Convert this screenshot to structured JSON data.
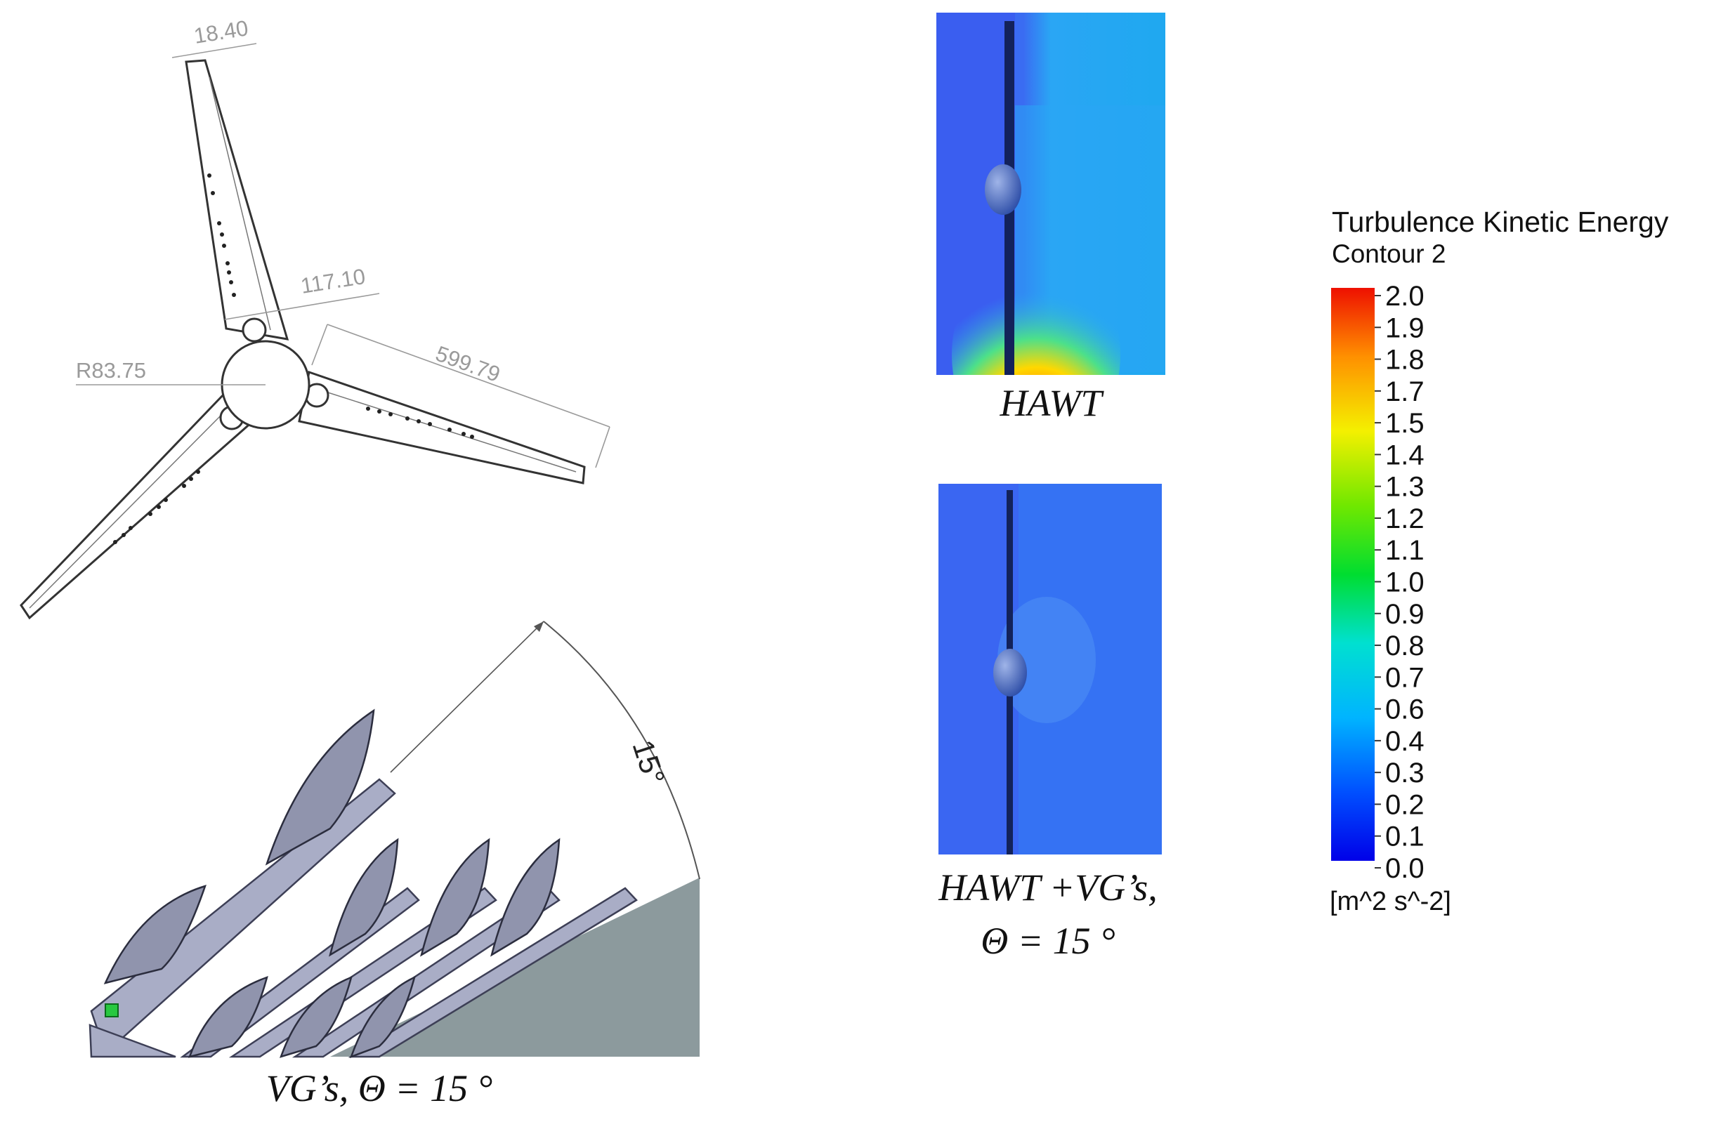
{
  "drawing": {
    "dimensions": {
      "tip_width": "18.40",
      "blade_width": "117.10",
      "hub_radius": "R83.75",
      "blade_length": "599.79"
    },
    "vg_angle_label": "15°",
    "vg_caption": "VG’s, Θ = 15 °"
  },
  "contours": {
    "hawt_caption": "HAWT",
    "hawt_vg_caption_line1": "HAWT +VG’s,",
    "hawt_vg_caption_line2": "Θ = 15 °"
  },
  "legend": {
    "title_line1": "Turbulence Kinetic Energy",
    "title_line2": "Contour 2",
    "ticks": [
      "2.0",
      "1.9",
      "1.8",
      "1.7",
      "1.5",
      "1.4",
      "1.3",
      "1.2",
      "1.1",
      "1.0",
      "0.9",
      "0.8",
      "0.7",
      "0.6",
      "0.4",
      "0.3",
      "0.2",
      "0.1",
      "0.0"
    ],
    "unit": "[m^2 s^-2]"
  },
  "colors": {
    "contour_background": "#3a66f2",
    "vg_part": "#a9adc6",
    "vg_surface": "#8c9a9d"
  }
}
